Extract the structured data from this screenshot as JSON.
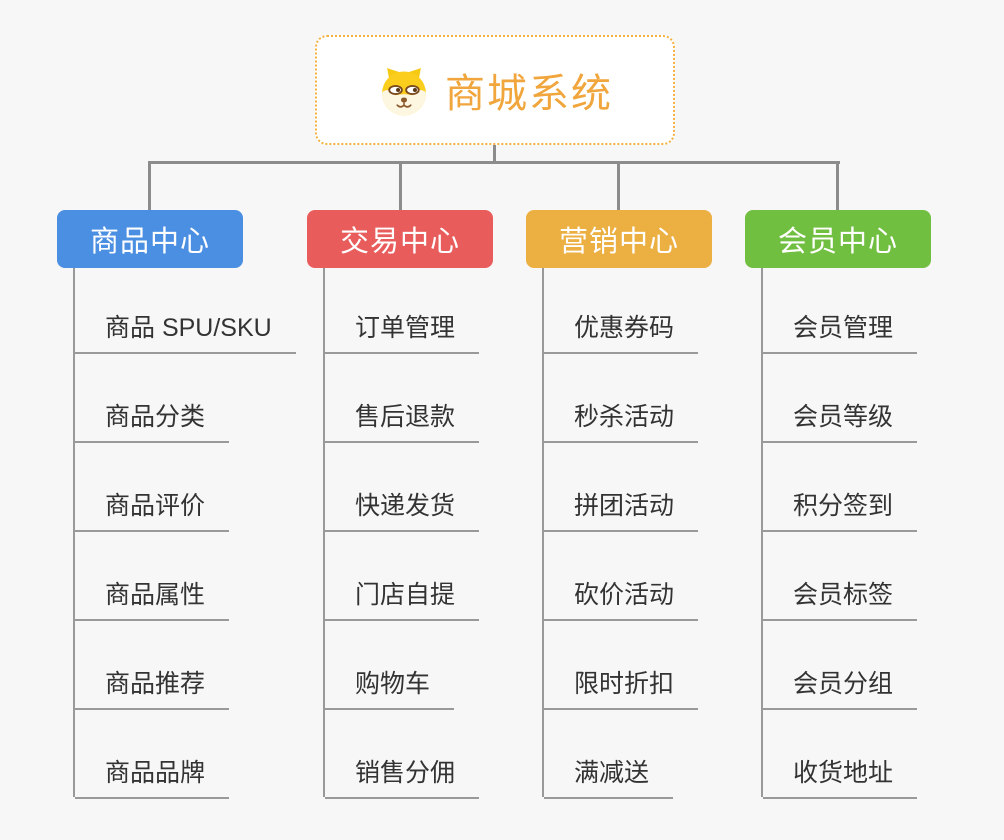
{
  "root": {
    "title": "商城系统",
    "icon": "dog-face-icon",
    "text_color": "#f0a63c",
    "border_color": "#f5b13d"
  },
  "connector_color": "#8c8c8c",
  "branches": [
    {
      "label": "商品中心",
      "color": "#4b8fe2",
      "items": [
        "商品 SPU/SKU",
        "商品分类",
        "商品评价",
        "商品属性",
        "商品推荐",
        "商品品牌"
      ]
    },
    {
      "label": "交易中心",
      "color": "#e85c5c",
      "items": [
        "订单管理",
        "售后退款",
        "快递发货",
        "门店自提",
        "购物车",
        "销售分佣"
      ]
    },
    {
      "label": "营销中心",
      "color": "#ecaf41",
      "items": [
        "优惠券码",
        "秒杀活动",
        "拼团活动",
        "砍价活动",
        "限时折扣",
        "满减送"
      ]
    },
    {
      "label": "会员中心",
      "color": "#71bf40",
      "items": [
        "会员管理",
        "会员等级",
        "积分签到",
        "会员标签",
        "会员分组",
        "收货地址"
      ]
    }
  ]
}
